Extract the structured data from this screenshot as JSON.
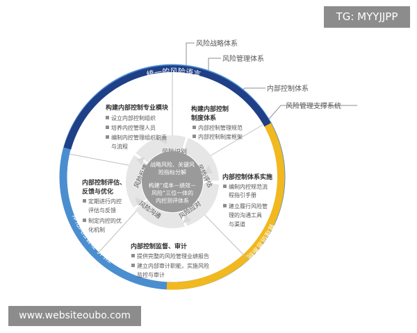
{
  "watermark": {
    "tg": "TG: MYYJJPP",
    "site": "www.websiteoubo.com"
  },
  "colors": {
    "navy": "#1f3f86",
    "blue": "#4a8ed0",
    "yellow": "#f1b81f",
    "gray": "#8c8c8c",
    "center": "#9a9a9a"
  },
  "callouts": {
    "c1": "风险战略体系",
    "c2": "风险管理体系",
    "c3": "内部控制体系",
    "c4": "风险管理支撑系统"
  },
  "ring": {
    "top": "统一的风险语言",
    "left": "一体化风险管理与内控",
    "right": "管理信息系统"
  },
  "center": {
    "line1": "战略风险、关键风",
    "line2": "险指标分解",
    "line3": "构建“成本－绩效－",
    "line4": "风险”三位一体的",
    "line5": "内控测评体系"
  },
  "cycle": {
    "a": "风险识别",
    "b": "风险评估",
    "c": "风险应对",
    "d": "风险沟通",
    "e": "风险反馈"
  },
  "sections": {
    "s1": {
      "title": "构建内部控制专业模块",
      "items": [
        "设立内部控制组织",
        "培养内控管理人员",
        "编制内控管理组织职责",
        "与流程"
      ]
    },
    "s2": {
      "title1": "构建内部控制",
      "title2": "制度体系",
      "items": [
        "内部控制管理规范",
        "内部控制制度框架"
      ]
    },
    "s3": {
      "title": "内部控制体系实施",
      "items": [
        "编制内控规范流",
        "程指引手册",
        "建立履行风险管",
        "理的沟通工具",
        "与渠道"
      ]
    },
    "s4": {
      "title": "内部控制监督、审计",
      "items": [
        "提供完整的风险管理业绩报告",
        "建立内部审计职能，实施风险",
        "监控与审计"
      ]
    },
    "s5": {
      "title1": "内部控制评估、",
      "title2": "反馈与优化",
      "items": [
        "定期进行内控",
        "评估与反馈",
        "制定内控的优",
        "化机制"
      ]
    }
  }
}
